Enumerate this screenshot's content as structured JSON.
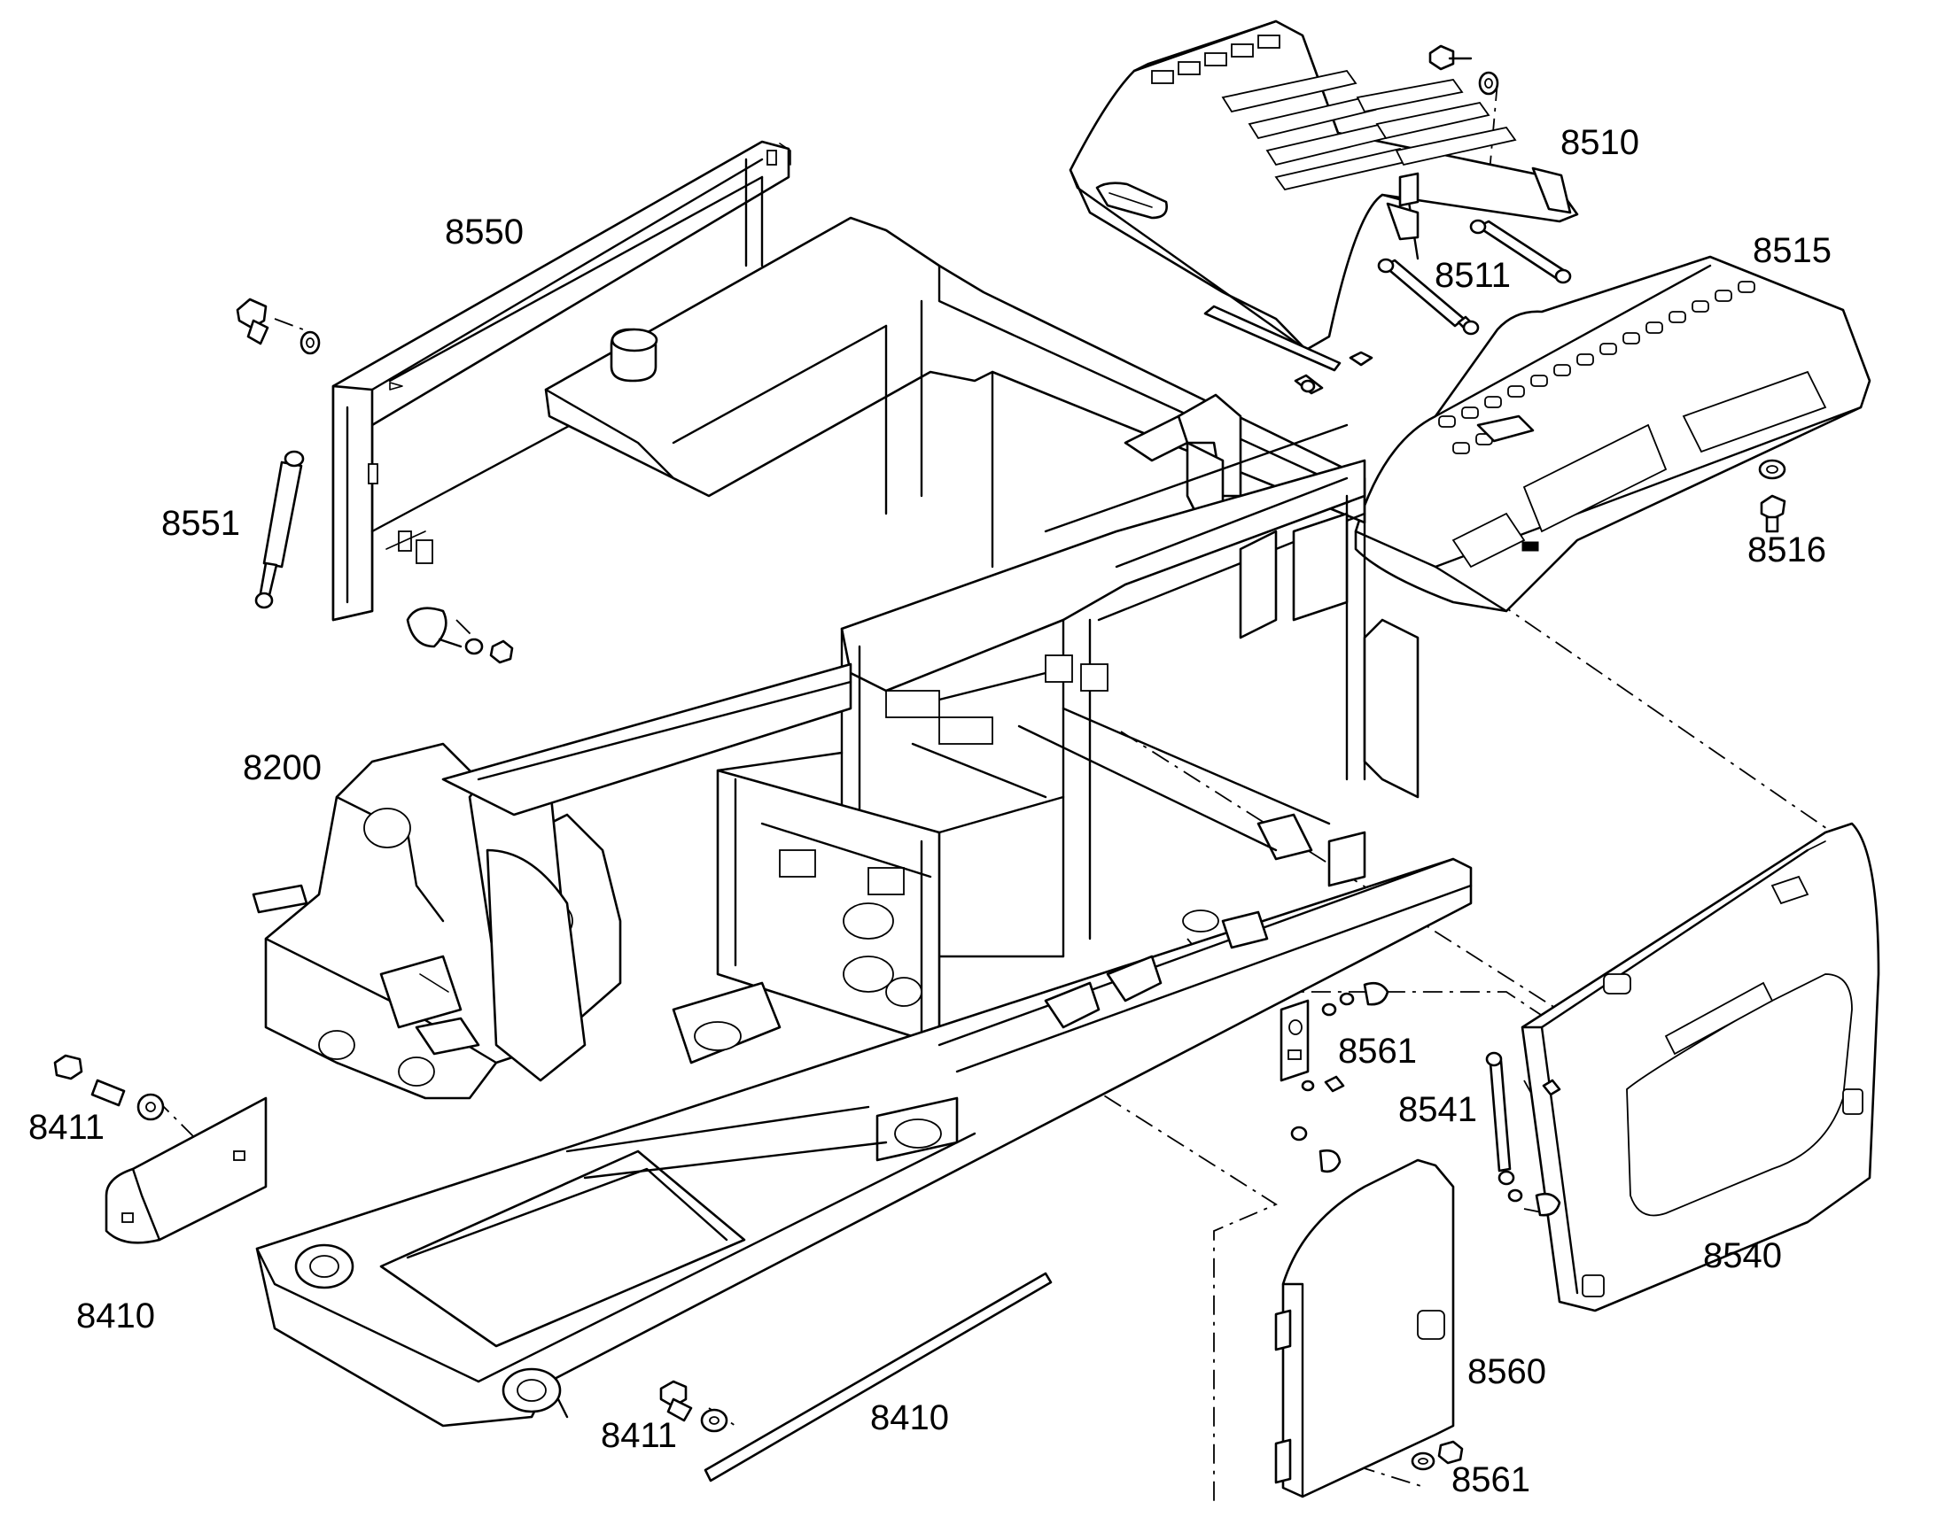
{
  "diagram": {
    "labels": {
      "p8550": "8550",
      "p8551": "8551",
      "p8510": "8510",
      "p8511": "8511",
      "p8515": "8515",
      "p8516": "8516",
      "p8200": "8200",
      "p8561_upper": "8561",
      "p8541": "8541",
      "p8540": "8540",
      "p8411_left": "8411",
      "p8410_left": "8410",
      "p8411_bottom": "8411",
      "p8410_bottom": "8410",
      "p8560": "8560",
      "p8561_lower": "8561"
    }
  }
}
